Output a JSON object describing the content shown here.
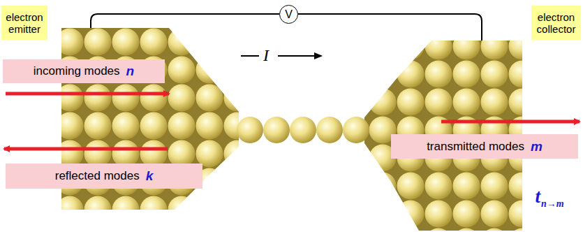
{
  "diagram": {
    "nodes": [
      {
        "text": [
          "electron emitter"
        ]
      },
      {
        "text": [
          "V"
        ]
      },
      {
        "text": [
          "electron collector"
        ]
      },
      {
        "text": [
          "incoming modes",
          "n"
        ]
      },
      {
        "text": [
          "reflected modes",
          "k"
        ]
      },
      {
        "text": [
          "transmitted modes",
          "m"
        ]
      },
      {
        "text": [
          "t",
          "n→m"
        ]
      }
    ],
    "labels": [
      "I"
    ]
  }
}
